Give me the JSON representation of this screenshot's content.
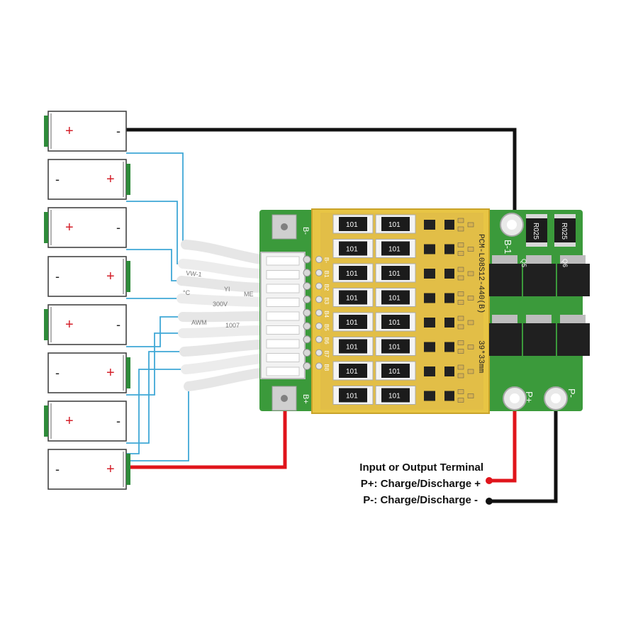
{
  "colors": {
    "positive_wire": "#e0141b",
    "negative_wire": "#111111",
    "balance_wire": "#3fa8d6",
    "pcb_green": "#3b9a3b",
    "pcb_yellow": "#e8c544",
    "battery_terminal": "#2e8b3a",
    "plus_sign": "#d4202a"
  },
  "cells": [
    {
      "id": "cell-1",
      "plus": "+",
      "minus": "-",
      "plus_side": "left"
    },
    {
      "id": "cell-2",
      "plus": "+",
      "minus": "-",
      "plus_side": "right"
    },
    {
      "id": "cell-3",
      "plus": "+",
      "minus": "-",
      "plus_side": "left"
    },
    {
      "id": "cell-4",
      "plus": "+",
      "minus": "-",
      "plus_side": "right"
    },
    {
      "id": "cell-5",
      "plus": "+",
      "minus": "-",
      "plus_side": "left"
    },
    {
      "id": "cell-6",
      "plus": "+",
      "minus": "-",
      "plus_side": "right"
    },
    {
      "id": "cell-7",
      "plus": "+",
      "minus": "-",
      "plus_side": "left"
    },
    {
      "id": "cell-8",
      "plus": "+",
      "minus": "-",
      "plus_side": "right"
    }
  ],
  "board": {
    "b_minus": "B-",
    "b_plus": "B+",
    "b1_label": "B-1",
    "p_plus": "P+",
    "p_minus": "P-",
    "model": "PCM-L08S12-440(B)",
    "size": "39*33mm",
    "resistor_code": "101",
    "shunt_code": "R025",
    "mosfet_labels": [
      "Q5",
      "Q6"
    ],
    "balance_pins": [
      "B-",
      "B1",
      "B2",
      "B3",
      "B4",
      "B5",
      "B6",
      "B7",
      "B8"
    ],
    "wire_print": [
      "VW-1",
      "YI",
      "ME",
      "°C",
      "300V",
      "AWM",
      "1007"
    ]
  },
  "captions": {
    "line1": "Input or Output Terminal",
    "line2": "P+: Charge/Discharge +",
    "line3": "P-: Charge/Discharge -"
  }
}
